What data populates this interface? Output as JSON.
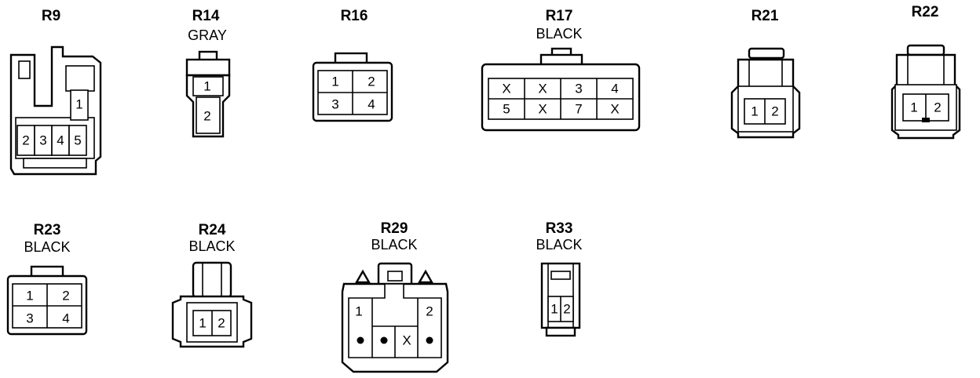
{
  "connectors": [
    {
      "id": "R9",
      "color": "",
      "pins": [
        "1",
        "2",
        "3",
        "4",
        "5"
      ]
    },
    {
      "id": "R14",
      "color": "GRAY",
      "pins": [
        "1",
        "2"
      ]
    },
    {
      "id": "R16",
      "color": "",
      "pins": [
        "1",
        "2",
        "3",
        "4"
      ]
    },
    {
      "id": "R17",
      "color": "BLACK",
      "pins": [
        "X",
        "X",
        "3",
        "4",
        "5",
        "X",
        "7",
        "X"
      ]
    },
    {
      "id": "R21",
      "color": "",
      "pins": [
        "1",
        "2"
      ]
    },
    {
      "id": "R22",
      "color": "",
      "pins": [
        "1",
        "2"
      ]
    },
    {
      "id": "R23",
      "color": "BLACK",
      "pins": [
        "1",
        "2",
        "3",
        "4"
      ]
    },
    {
      "id": "R24",
      "color": "BLACK",
      "pins": [
        "1",
        "2"
      ]
    },
    {
      "id": "R29",
      "color": "BLACK",
      "pins": [
        "1",
        "2",
        "X"
      ]
    },
    {
      "id": "R33",
      "color": "BLACK",
      "pins": [
        "1",
        "2"
      ]
    }
  ]
}
